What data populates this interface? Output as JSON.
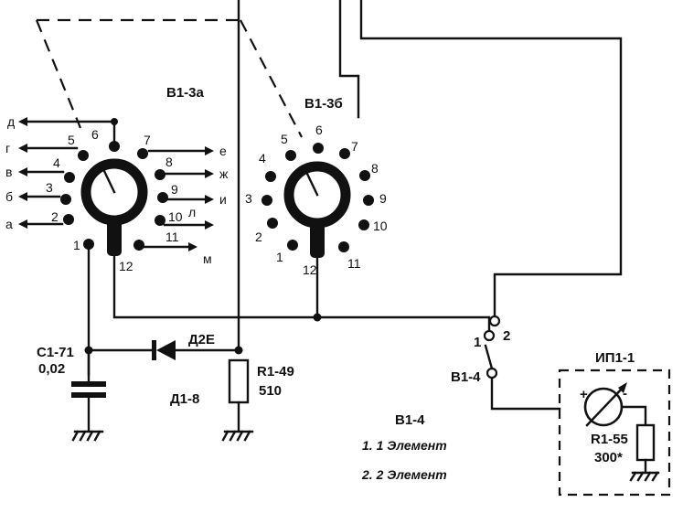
{
  "switch_b1_3a": {
    "label": "B1-3a",
    "pins": [
      "1",
      "2",
      "3",
      "4",
      "5",
      "6",
      "7",
      "8",
      "9",
      "10",
      "11",
      "12"
    ],
    "outputs_left": [
      "д",
      "г",
      "в",
      "б",
      "а"
    ],
    "outputs_right": [
      "е",
      "ж",
      "и",
      "л",
      "м"
    ]
  },
  "switch_b1_3b": {
    "label": "B1-3б",
    "pins": [
      "1",
      "2",
      "3",
      "4",
      "5",
      "6",
      "7",
      "8",
      "9",
      "10",
      "11",
      "12"
    ]
  },
  "capacitor": {
    "ref": "C1-71",
    "value": "0,02"
  },
  "diode": {
    "ref": "Д2Е",
    "group": "Д1-8"
  },
  "resistor_r1_49": {
    "ref": "R1-49",
    "value": "510"
  },
  "switch_b1_4": {
    "ref": "B1-4",
    "pos1": "1",
    "pos2": "2"
  },
  "meter_block": {
    "ref": "ИП1-1",
    "plus": "+",
    "minus": "-",
    "resistor_ref": "R1-55",
    "resistor_value": "300*"
  },
  "legend": {
    "title": "B1-4",
    "line1": "1. 1 Элемент",
    "line2": "2. 2 Элемент"
  }
}
